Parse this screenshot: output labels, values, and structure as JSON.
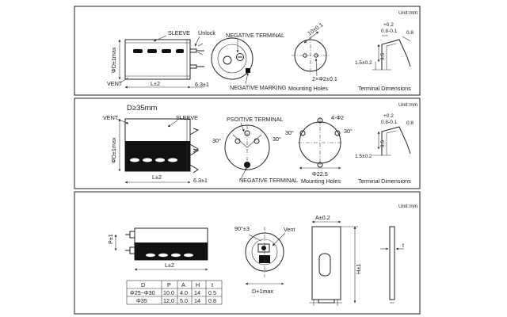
{
  "unit_label": "Unit:mm",
  "panel1": {
    "sleeve": "SLEEVE",
    "unlock": "Unlock",
    "vent": "VENT",
    "dia": "ΦD±1max",
    "len": "L±2",
    "lead": "6.3±1",
    "neg_terminal": "NEGATIVE TERMINAL",
    "neg_marking": "NEGATIVE MARKING",
    "hole_dim": "10±0.1",
    "holes": "2×Φ2±0.1",
    "mounting_holes": "Mounting Holes",
    "t_width": "+0.2",
    "t_width2": "0.8-0.1",
    "t_thick": "0.8",
    "t_len": "3.5",
    "t_base": "1.5±0.2",
    "terminal_dims": "Terminal Dimensions"
  },
  "panel2": {
    "title": "D≥35mm",
    "sleeve": "SLEEVE",
    "vent": "VENT",
    "dia": "ΦD±1max",
    "len": "L±2",
    "lead": "6.3±1",
    "pos_terminal": "PSOITIVE TERMINAL",
    "neg_terminal": "NEGATIVE TERMINAL",
    "angle": "30°",
    "hole_count": "4-Φ2",
    "pcd": "Φ22.5",
    "mounting_holes": "Mounting Holes",
    "t_width": "+0.2",
    "t_width2": "0.8-0.1",
    "t_thick": "0.8",
    "t_len": "3.5",
    "t_base": "1.5±0.2",
    "terminal_dims": "Terminal Dimensions"
  },
  "panel3": {
    "p": "P±1",
    "len": "L±2",
    "angle": "90°±3",
    "vent": "Vent",
    "dia": "D+1max",
    "a": "A±0.2",
    "h": "H±1",
    "t": "t",
    "table": {
      "headers": [
        "D",
        "P",
        "A",
        "H",
        "t"
      ],
      "rows": [
        [
          "Φ25~Φ30",
          "10.0",
          "4.0",
          "14",
          "0.5"
        ],
        [
          "Φ35",
          "12.0",
          "5.0",
          "14",
          "0.8"
        ]
      ]
    }
  }
}
